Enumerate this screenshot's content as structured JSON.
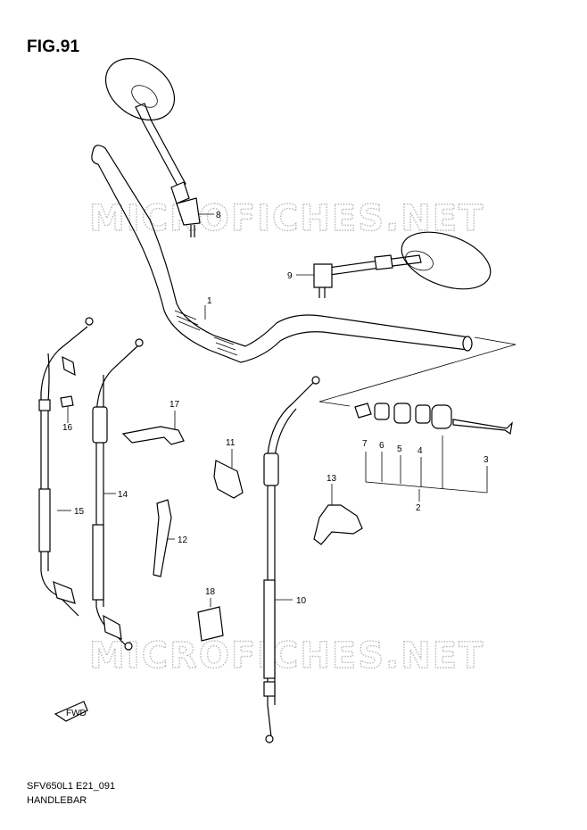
{
  "figure": {
    "title": "FIG.91"
  },
  "watermarks": [
    "MICROFICHES.NET",
    "MICROFICHES.NET"
  ],
  "callouts": {
    "c1": "1",
    "c2": "2",
    "c3": "3",
    "c4": "4",
    "c5": "5",
    "c6": "6",
    "c7": "7",
    "c8": "8",
    "c9": "9",
    "c10": "10",
    "c11": "11",
    "c12": "12",
    "c13": "13",
    "c14": "14",
    "c15": "15",
    "c16": "16",
    "c17": "17",
    "c18": "18"
  },
  "direction_badge": "FWD",
  "footer": {
    "code": "SFV650L1 E21_091",
    "name": "HANDLEBAR"
  }
}
